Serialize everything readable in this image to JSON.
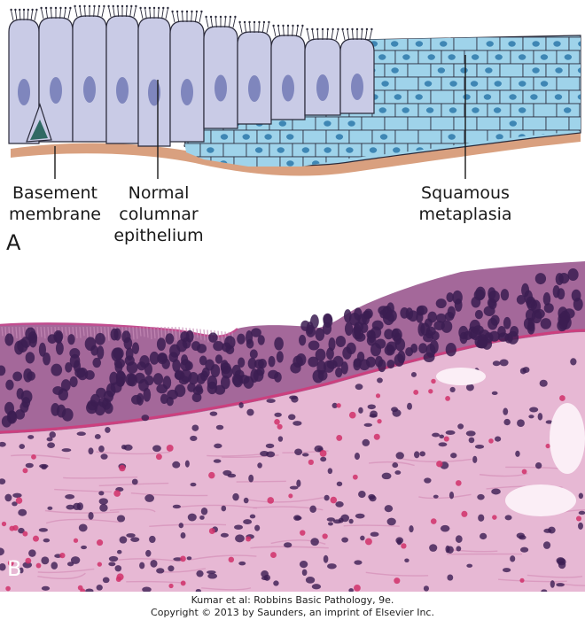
{
  "panel_a": {
    "letter": "A",
    "labels": {
      "basement_line1": "Basement",
      "basement_line2": "membrane",
      "normal_line1": "Normal",
      "normal_line2": "columnar",
      "normal_line3": "epithelium",
      "squamous_line1": "Squamous",
      "squamous_line2": "metaplasia"
    },
    "colors": {
      "columnar_cell": "#c9cbe6",
      "columnar_nucleus": "#7f86bd",
      "squamous_cell": "#9fd3ea",
      "squamous_nucleus": "#3e86b4",
      "basement_membrane": "#d9a07f",
      "cell_outline": "#2a2a3a"
    }
  },
  "panel_b": {
    "letter": "B",
    "colors": {
      "stroma": "#e7b8d4",
      "epithelium": "#a4689a",
      "nucleus": "#3c1d52",
      "rbc": "#d0306a",
      "basement": "#cc3f7e"
    }
  },
  "credit": {
    "line1": "Kumar et al: Robbins Basic Pathology, 9e.",
    "line2": "Copyright © 2013  by Saunders, an imprint of Elsevier Inc."
  }
}
